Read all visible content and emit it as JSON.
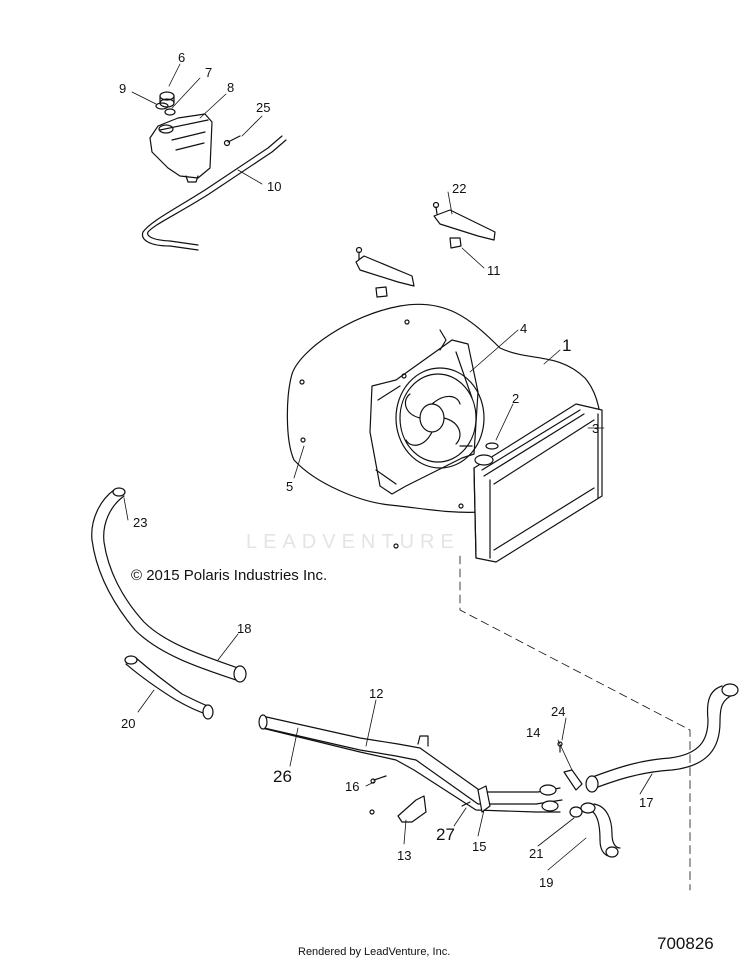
{
  "copyright": "© 2015 Polaris Industries Inc.",
  "watermark": "LEADVENTURE",
  "rendered_by": "Rendered by LeadVenture, Inc.",
  "doc_number": "700826",
  "callouts": {
    "c1": "1",
    "c2": "2",
    "c3": "3",
    "c4": "4",
    "c5": "5",
    "c6": "6",
    "c7": "7",
    "c8": "8",
    "c9": "9",
    "c10": "10",
    "c11": "11",
    "c12": "12",
    "c13": "13",
    "c14": "14",
    "c15": "15",
    "c16": "16",
    "c17": "17",
    "c18": "18",
    "c19": "19",
    "c20": "20",
    "c21": "21",
    "c22": "22",
    "c23": "23",
    "c24": "24",
    "c25": "25",
    "c26": "26",
    "c27": "27"
  }
}
